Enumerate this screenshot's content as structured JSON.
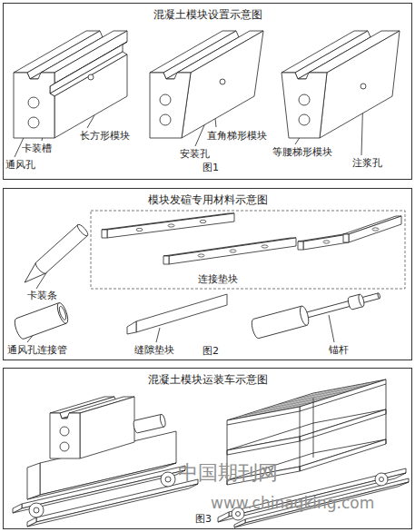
{
  "diagram": {
    "nodes": [
      {
        "text": [
          "混凝土模块设置示意图",
          "图1"
        ]
      },
      {
        "text": [
          "模块发碹专用材料示意图",
          "图2"
        ]
      },
      {
        "text": [
          "混凝土模块运装车示意图",
          "图3"
        ]
      }
    ],
    "labels": [
      "长方形模块",
      "卡装槽",
      "通风孔",
      "直角梯形模块",
      "安装孔",
      "等腰梯形模块",
      "注浆孔",
      "卡装条",
      "连接垫块",
      "通风孔连接管",
      "缝隙垫块",
      "锚杆",
      "中国期刊网",
      "www.chinaqking.com"
    ]
  }
}
